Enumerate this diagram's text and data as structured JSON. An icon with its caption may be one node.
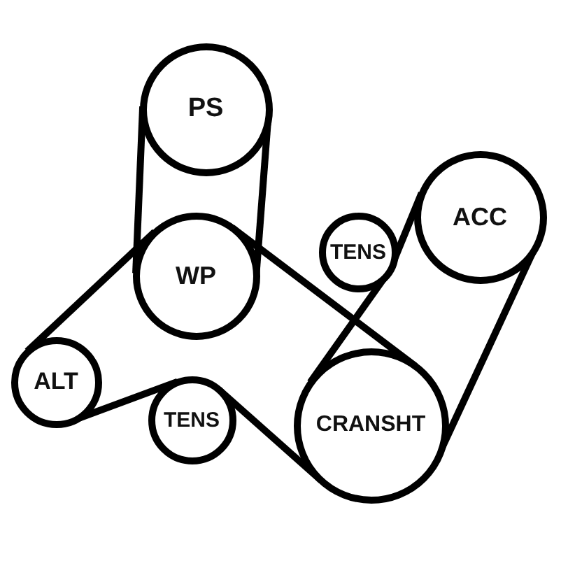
{
  "diagram": {
    "nodes": [
      {
        "text": [
          "PS"
        ]
      },
      {
        "text": [
          "WP"
        ]
      },
      {
        "text": [
          "TENS"
        ]
      },
      {
        "text": [
          "ACC"
        ]
      },
      {
        "text": [
          "ALT"
        ]
      },
      {
        "text": [
          "TENS"
        ]
      },
      {
        "text": [
          "CRANSHT"
        ]
      }
    ],
    "edges": [
      {
        "from": 0,
        "to": 1,
        "arrow": "none"
      },
      {
        "from": 0,
        "to": 1,
        "arrow": "none"
      },
      {
        "from": 1,
        "to": 4,
        "arrow": "none"
      },
      {
        "from": 4,
        "to": 5,
        "arrow": "none"
      },
      {
        "from": 5,
        "to": 6,
        "arrow": "none"
      },
      {
        "from": 6,
        "to": 3,
        "arrow": "none"
      },
      {
        "from": 3,
        "to": 2,
        "arrow": "none"
      },
      {
        "from": 2,
        "to": 6,
        "arrow": "none"
      },
      {
        "from": 1,
        "to": 6,
        "arrow": "none"
      }
    ]
  }
}
